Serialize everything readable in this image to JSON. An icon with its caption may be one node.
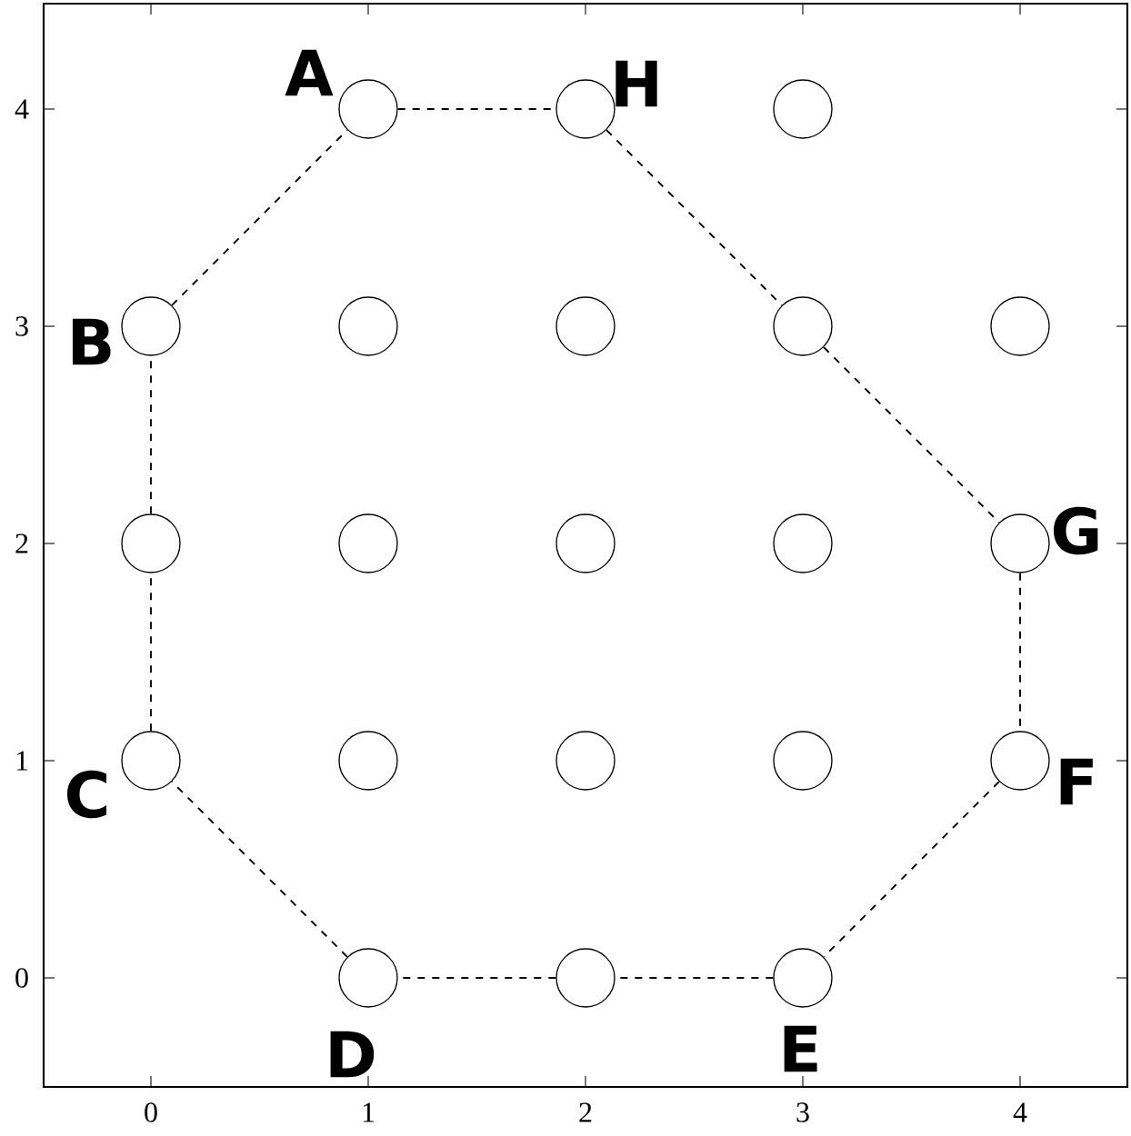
{
  "diagram": {
    "nodes": [
      {
        "text": [],
        "shape": "circle",
        "beside": [
          "A"
        ]
      },
      {
        "text": [],
        "shape": "circle",
        "beside": [
          "H"
        ]
      },
      {
        "text": [],
        "shape": "circle"
      },
      {
        "text": [],
        "shape": "circle",
        "beside": [
          "B"
        ]
      },
      {
        "text": [],
        "shape": "circle"
      },
      {
        "text": [],
        "shape": "circle"
      },
      {
        "text": [],
        "shape": "circle"
      },
      {
        "text": [],
        "shape": "circle"
      },
      {
        "text": [],
        "shape": "circle"
      },
      {
        "text": [],
        "shape": "circle"
      },
      {
        "text": [],
        "shape": "circle"
      },
      {
        "text": [],
        "shape": "circle"
      },
      {
        "text": [],
        "shape": "circle",
        "beside": [
          "G"
        ]
      },
      {
        "text": [],
        "shape": "circle",
        "beside": [
          "C"
        ]
      },
      {
        "text": [],
        "shape": "circle"
      },
      {
        "text": [],
        "shape": "circle"
      },
      {
        "text": [],
        "shape": "circle"
      },
      {
        "text": [],
        "shape": "circle",
        "beside": [
          "F"
        ]
      },
      {
        "text": [],
        "shape": "circle",
        "beside": [
          "D"
        ]
      },
      {
        "text": [],
        "shape": "circle"
      },
      {
        "text": [],
        "shape": "circle",
        "beside": [
          "E"
        ]
      }
    ],
    "edges": [
      {
        "from": 0,
        "to": 1,
        "arrow": "none",
        "style": "dashed"
      },
      {
        "from": 1,
        "to": 6,
        "arrow": "none",
        "style": "dashed"
      },
      {
        "from": 6,
        "to": 12,
        "arrow": "none",
        "style": "dashed"
      },
      {
        "from": 12,
        "to": 17,
        "arrow": "none",
        "style": "dashed"
      },
      {
        "from": 17,
        "to": 20,
        "arrow": "none",
        "style": "dashed"
      },
      {
        "from": 20,
        "to": 19,
        "arrow": "none",
        "style": "dashed"
      },
      {
        "from": 19,
        "to": 18,
        "arrow": "none",
        "style": "dashed"
      },
      {
        "from": 18,
        "to": 13,
        "arrow": "none",
        "style": "dashed"
      },
      {
        "from": 13,
        "to": 8,
        "arrow": "none",
        "style": "dashed"
      },
      {
        "from": 8,
        "to": 3,
        "arrow": "none",
        "style": "dashed"
      },
      {
        "from": 3,
        "to": 0,
        "arrow": "none",
        "style": "dashed"
      }
    ],
    "labels": [
      "4",
      "3",
      "2",
      "1",
      "0",
      "0",
      "1",
      "2",
      "3",
      "4"
    ]
  }
}
